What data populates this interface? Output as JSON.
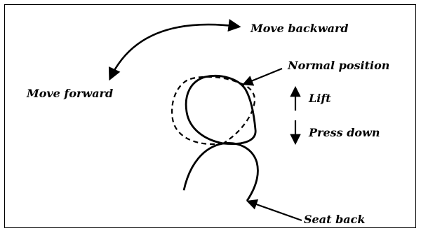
{
  "labels": {
    "move_backward": "Move backward",
    "move_forward": "Move forward",
    "normal_position": "Normal position",
    "lift": "Lift",
    "press_down": "Press down",
    "seat_back": "Seat back"
  },
  "colors": {
    "ink": "#000000",
    "background": "#ffffff"
  }
}
